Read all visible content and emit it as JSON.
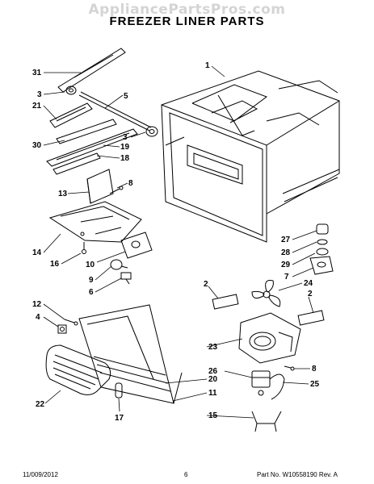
{
  "watermark": "AppliancePartsPros.com",
  "title": "FREEZER LINER PARTS",
  "footer": {
    "date": "11/009/2012",
    "page": "6",
    "part_number": "Part No. W10558190 Rev. A"
  },
  "callouts": {
    "c1": "1",
    "c31": "31",
    "c3a": "3",
    "c5": "5",
    "c21": "21",
    "c3b": "3",
    "c30": "30",
    "c19": "19",
    "c18": "18",
    "c8a": "8",
    "c13": "13",
    "c14": "14",
    "c16": "16",
    "c10": "10",
    "c9": "9",
    "c6": "6",
    "c27": "27",
    "c28": "28",
    "c29": "29",
    "c7": "7",
    "c2a": "2",
    "c24": "24",
    "c2b": "2",
    "c12": "12",
    "c4": "4",
    "c23": "23",
    "c8b": "8",
    "c26": "26",
    "c25": "25",
    "c20": "20",
    "c11": "11",
    "c22": "22",
    "c15": "15",
    "c17": "17"
  }
}
